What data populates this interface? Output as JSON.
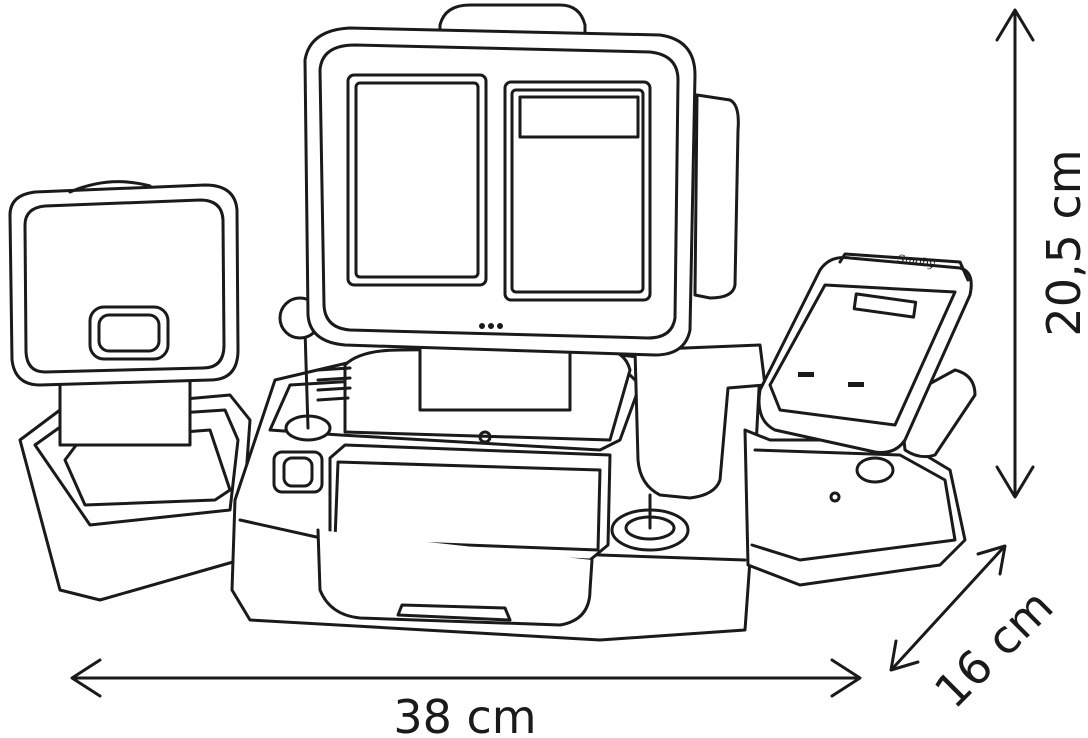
{
  "dimensions": {
    "width_label": "38 cm",
    "height_label": "20,5 cm",
    "depth_label": "16 cm"
  },
  "product": {
    "logo_text": "Smoby"
  },
  "colors": {
    "line": "#1a1a1a",
    "background": "#ffffff"
  }
}
